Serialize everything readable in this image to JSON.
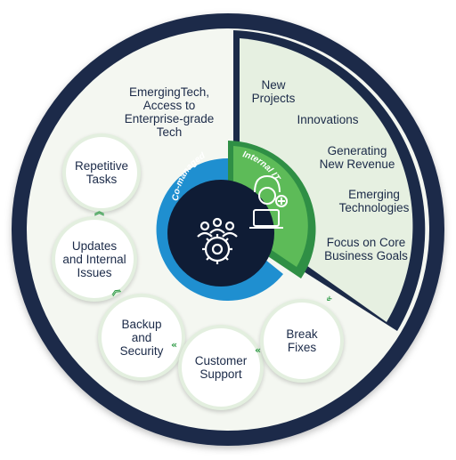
{
  "colors": {
    "navy": "#1b2a48",
    "panel": "#e7f0e2",
    "green": "#2f8f45",
    "green_light": "#5dbb58",
    "blue": "#1f8fd0",
    "core": "#0f1c35"
  },
  "rings": {
    "co_managed": "Co-managed IT",
    "internal": "Internal IT"
  },
  "co_managed_text": "EmergingTech,\nAccess to\nEnterprise-grade\nTech",
  "internal_items": [
    "New\nProjects",
    "Innovations",
    "Generating\nNew Revenue",
    "Emerging\nTechnologies",
    "Focus on Core\nBusiness Goals"
  ],
  "cycle_items": [
    "Repetitive\nTasks",
    "Updates\nand Internal\nIssues",
    "Backup\nand\nSecurity",
    "Customer\nSupport",
    "Break\nFixes"
  ],
  "icons": {
    "center": "team-gear-icon",
    "internal": "engineer-laptop-icon",
    "arrows": "chevron-arrow-icon"
  }
}
